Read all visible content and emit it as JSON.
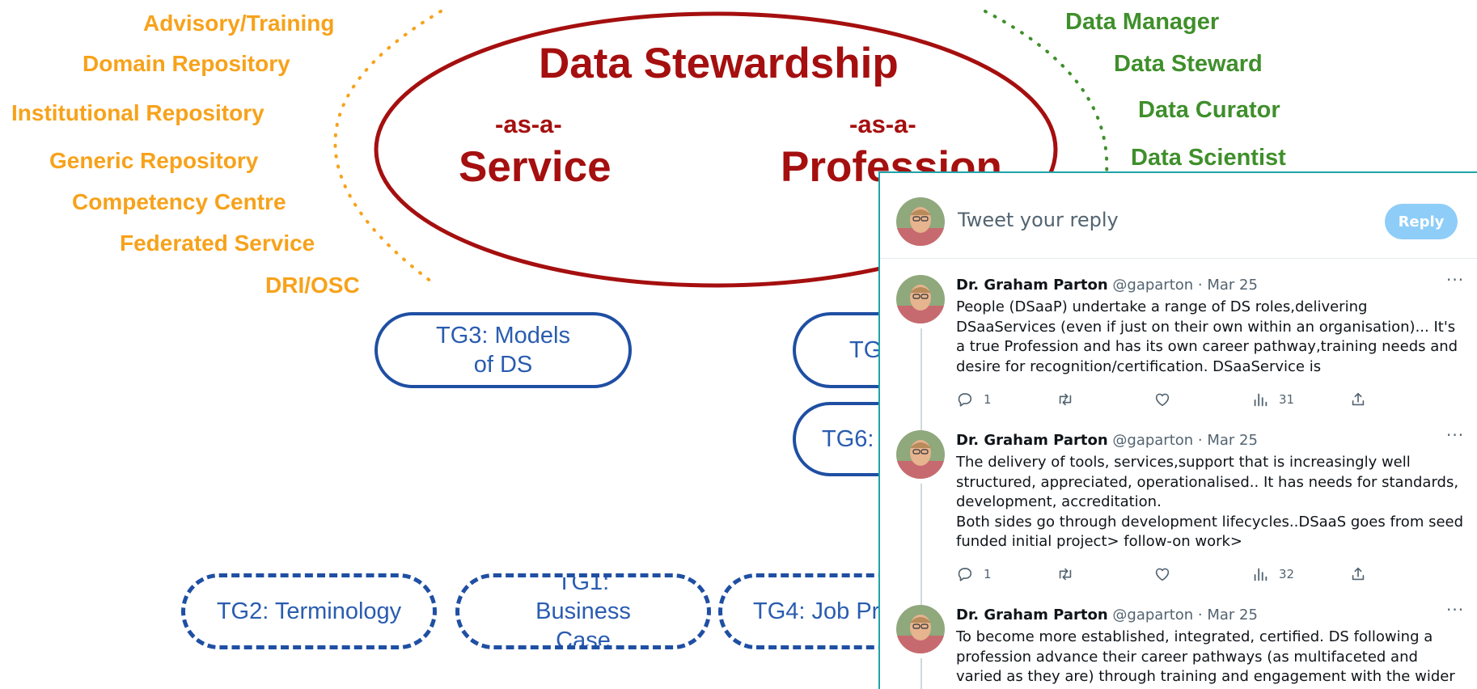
{
  "diagram": {
    "title": "Data Stewardship",
    "as_a_left": "-as-a-",
    "service": "Service",
    "as_a_right": "-as-a-",
    "profession": "Profession",
    "left_labels": [
      "Advisory/Training",
      "Domain Repository",
      "Institutional Repository",
      "Generic Repository",
      "Competency Centre",
      "Federated Service",
      "DRI/OSC"
    ],
    "right_labels": [
      "Data Manager",
      "Data Steward",
      "Data Curator",
      "Data Scientist"
    ],
    "groups": {
      "tg3": "TG3: Models of DS",
      "tg_partial_1": "TG",
      "tg6_partial": "TG6:",
      "tg2": "TG2: Terminology",
      "tg1": "TG1: Business Case",
      "tg4_partial": "TG4: Job Pr"
    },
    "colors": {
      "orange": "#f7a21b",
      "green": "#3f8f2b",
      "red": "#a50f0f",
      "blue": "#1f4fa3"
    }
  },
  "reply_box": {
    "placeholder": "Tweet your reply",
    "button": "Reply"
  },
  "tweets": [
    {
      "name": "Dr. Graham Parton",
      "meta": "@gaparton · Mar 25",
      "more": "···",
      "paragraphs": [
        "People (DSaaP) undertake a range of DS roles,delivering DSaaServices (even if just on their own within an organisation)... It's a true Profession and has its own career pathway,training needs and desire for recognition/certification. DSaaService is"
      ],
      "replies": "1",
      "views": "31"
    },
    {
      "name": "Dr. Graham Parton",
      "meta": "@gaparton · Mar 25",
      "more": "···",
      "paragraphs": [
        "The delivery of tools, services,support that is increasingly well structured, appreciated, operationalised.. It has needs for standards, development, accreditation.",
        "Both sides go through development lifecycles..DSaaS goes from seed funded initial project> follow-on work>"
      ],
      "replies": "1",
      "views": "32"
    },
    {
      "name": "Dr. Graham Parton",
      "meta": "@gaparton · Mar 25",
      "more": "···",
      "paragraphs": [
        "To become more established, integrated, certified. DS following a profession advance their career pathways (as multifaceted and varied as they are) through training and engagement with the wider community."
      ],
      "replies": "",
      "views": ""
    }
  ],
  "icons": [
    "reply-icon",
    "retweet-icon",
    "like-icon",
    "views-icon",
    "share-icon",
    "more-icon",
    "avatar"
  ]
}
